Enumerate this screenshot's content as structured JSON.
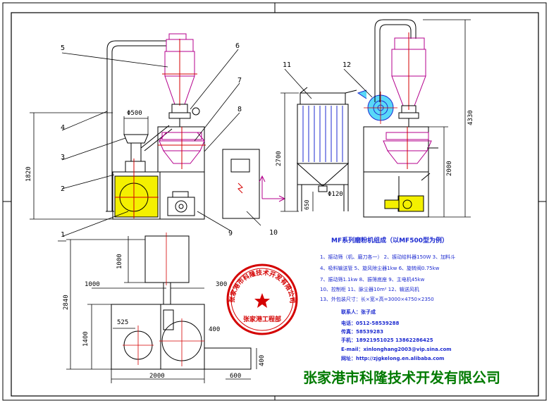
{
  "drawing": {
    "balloons": [
      "1",
      "2",
      "3",
      "4",
      "5",
      "6",
      "7",
      "8",
      "9",
      "10",
      "11",
      "12"
    ],
    "dimensions": {
      "hopper_dia": "Φ500",
      "height_left": "1820",
      "height_mid": "2700",
      "height_right_total": "4330",
      "height_right": "2000",
      "base_650": "650",
      "outlet_dia": "Φ120",
      "plan_1000_v": "1000",
      "plan_1000_h": "1000",
      "plan_300": "300",
      "plan_2840": "2840",
      "plan_525": "525",
      "plan_1400": "1400",
      "plan_400_a": "400",
      "plan_400_b": "400",
      "plan_600": "600",
      "plan_2000": "2000"
    },
    "notes": {
      "title": "MF系列磨粉机组成（以MF500型为例）",
      "lines": [
        "1、振动筛（机、磨刀各一）   2、振动给料器150W   3、加料斗",
        "4、吸料输送管   5、旋风除尘器1kw   6、旋转阀0.75kw",
        "7、振动筛1.1kw   8、振筛底座   9、主电机45kw",
        "10、控制柜   11、脉尘器10m²   12、输送风机",
        "13、外包装尺寸：长×宽×高=3000×4750×2350"
      ]
    },
    "contact": {
      "person": "联系人：张子成",
      "phone": "电话：0512-58539288",
      "fax": "传真：58539283",
      "mobile": "手机：18921951025  13862286425",
      "email": "E-mail：xinlonghang2003@vip.sina.com",
      "web": "网址：http://zjgkelong.en.alibaba.com"
    },
    "seal": {
      "text": "张家港市科隆技术开发有限公司",
      "bottom": "张家港工程部"
    },
    "company": "张家港市科隆技术开发有限公司",
    "colors": {
      "outline": "#000000",
      "cyclone": "#b4008c",
      "motor_yellow": "#f4f000",
      "fan_cyan": "#58d8f8",
      "dim_red": "#d40000",
      "note_blue": "#1c2ad0",
      "seal_red": "#d40000",
      "company_green": "#007a00"
    }
  }
}
